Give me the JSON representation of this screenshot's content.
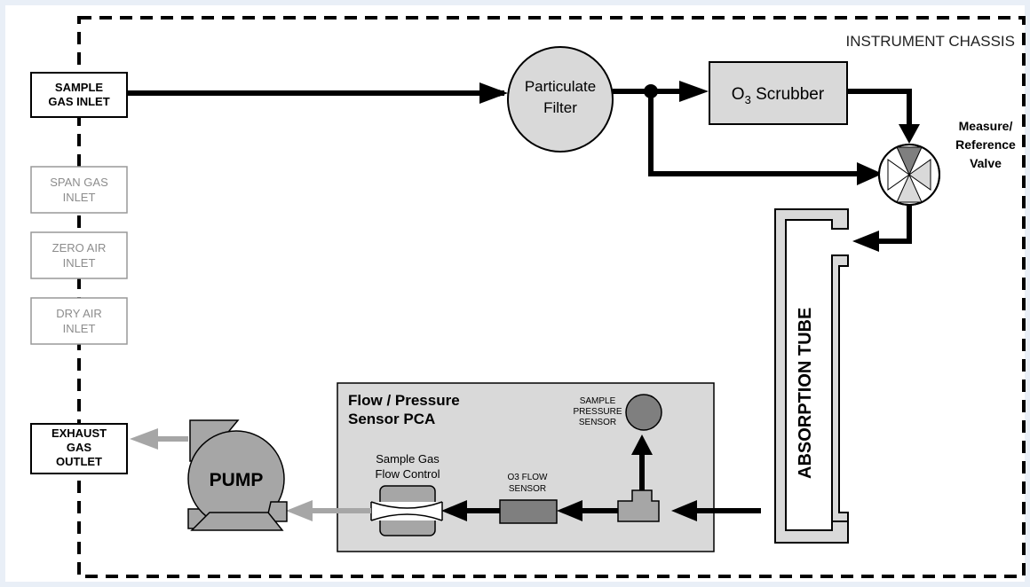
{
  "chassis_label": "INSTRUMENT CHASSIS",
  "inlets": {
    "sample": [
      "SAMPLE",
      "GAS INLET"
    ],
    "span": [
      "SPAN GAS",
      "INLET"
    ],
    "zero": [
      "ZERO AIR",
      "INLET"
    ],
    "dry": [
      "DRY AIR",
      "INLET"
    ]
  },
  "exhaust": [
    "EXHAUST",
    "GAS",
    "OUTLET"
  ],
  "filter": [
    "Particulate",
    "Filter"
  ],
  "scrubber": {
    "main": "O",
    "sub": "3",
    "rest": " Scrubber"
  },
  "valve": [
    "Measure/",
    "Reference",
    "Valve"
  ],
  "absorption_tube": "ABSORPTION TUBE",
  "pca": [
    "Flow / Pressure",
    "Sensor PCA"
  ],
  "pressure_sensor": [
    "SAMPLE",
    "PRESSURE",
    "SENSOR"
  ],
  "flow_sensor": [
    "O3 FLOW",
    "SENSOR"
  ],
  "flow_control": [
    "Sample Gas",
    "Flow Control"
  ],
  "pump": "PUMP",
  "colors": {
    "line": "#000000",
    "gray_flow": "#a6a6a6",
    "box_fill": "#d9d9d9",
    "dim_text": "#8c8c8c",
    "sensor_fill": "#7f7f7f"
  }
}
